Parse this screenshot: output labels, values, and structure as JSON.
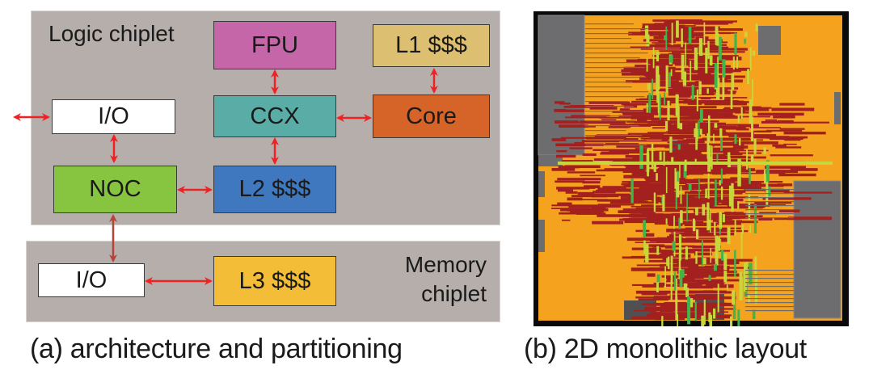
{
  "figure": {
    "panel_a": {
      "logic_chiplet": {
        "label": "Logic chiplet",
        "blocks": {
          "fpu": {
            "label": "FPU",
            "color": "#c466a8"
          },
          "l1": {
            "label": "L1 $$$",
            "color": "#dcbf70"
          },
          "io": {
            "label": "I/O",
            "color": "#ffffff"
          },
          "ccx": {
            "label": "CCX",
            "color": "#5aada6"
          },
          "core": {
            "label": "Core",
            "color": "#d66428"
          },
          "noc": {
            "label": "NOC",
            "color": "#87c440"
          },
          "l2": {
            "label": "L2 $$$",
            "color": "#3f78bf"
          }
        }
      },
      "memory_chiplet": {
        "label_line1": "Memory",
        "label_line2": "chiplet",
        "blocks": {
          "io": {
            "label": "I/O",
            "color": "#ffffff"
          },
          "l3": {
            "label": "L3 $$$",
            "color": "#f4bd37"
          }
        }
      },
      "arrow_color": "#ee2224",
      "interchiplet_arrow_color": "#b5433a",
      "caption": "(a) architecture and partitioning"
    },
    "panel_b": {
      "caption": "(b) 2D monolithic layout",
      "colors": {
        "macro": "#f5a21e",
        "logic": "#a3201f",
        "routing": "#c7d63a",
        "routing_accent": "#3fb54a",
        "blockage": "#6d6d6f",
        "border": "#0a0a0a"
      }
    }
  }
}
